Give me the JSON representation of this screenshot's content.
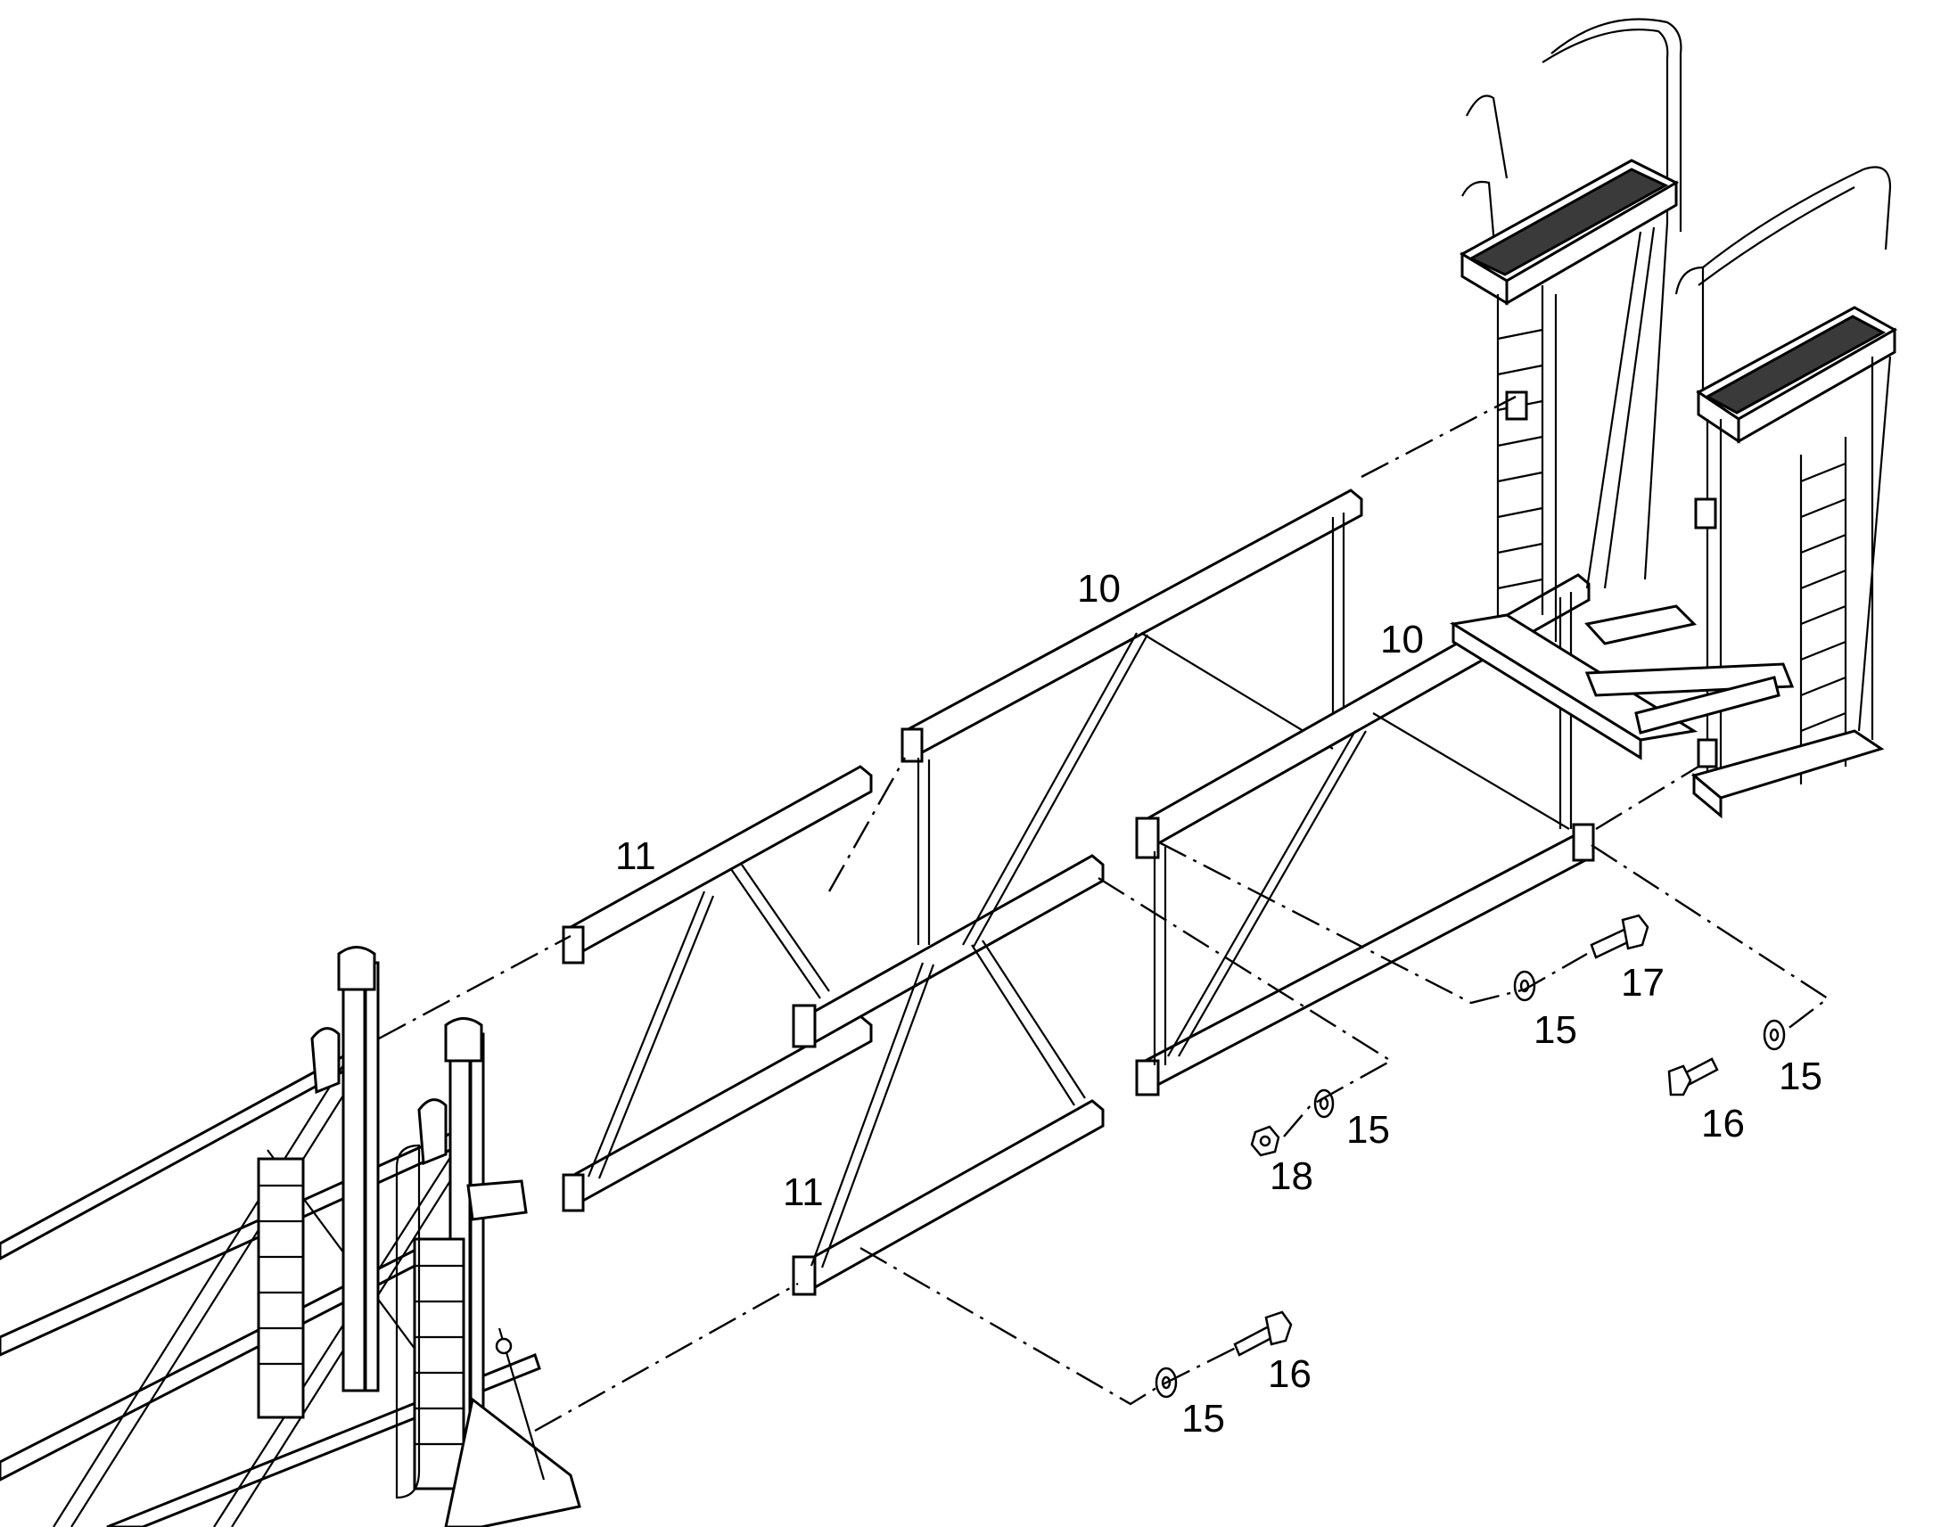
{
  "callouts": [
    {
      "id": "c10a",
      "text": "10"
    },
    {
      "id": "c10b",
      "text": "10"
    },
    {
      "id": "c11a",
      "text": "11"
    },
    {
      "id": "c11b",
      "text": "11"
    },
    {
      "id": "c15a",
      "text": "15"
    },
    {
      "id": "c15b",
      "text": "15"
    },
    {
      "id": "c15c",
      "text": "15"
    },
    {
      "id": "c15d",
      "text": "15"
    },
    {
      "id": "c16a",
      "text": "16"
    },
    {
      "id": "c16b",
      "text": "16"
    },
    {
      "id": "c17",
      "text": "17"
    },
    {
      "id": "c18",
      "text": "18"
    }
  ]
}
